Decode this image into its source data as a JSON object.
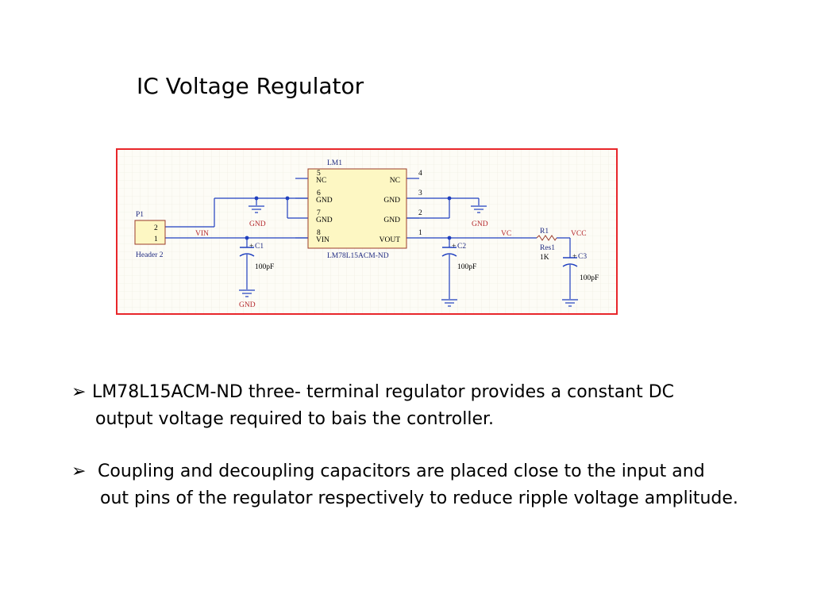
{
  "slide": {
    "title": "IC Voltage Regulator"
  },
  "schematic": {
    "ic": {
      "designator": "LM1",
      "part": "LM78L15ACM-ND",
      "pins": [
        {
          "num": "5",
          "left": "NC",
          "right": "NC",
          "right_num": "4"
        },
        {
          "num": "6",
          "left": "GND",
          "right": "GND",
          "right_num": "3"
        },
        {
          "num": "7",
          "left": "GND",
          "right": "GND",
          "right_num": "2"
        },
        {
          "num": "8",
          "left": "VIN",
          "right": "VOUT",
          "right_num": "1"
        }
      ]
    },
    "header": {
      "designator": "P1",
      "part": "Header 2",
      "pin_top": "2",
      "pin_bottom": "1"
    },
    "nets": {
      "vin": "VIN",
      "vc": "VC",
      "vcc": "VCC",
      "gnd": "GND"
    },
    "capacitors": [
      {
        "designator": "C1",
        "value": "100pF",
        "plus": "+"
      },
      {
        "designator": "C2",
        "value": "100pF",
        "plus": "+"
      },
      {
        "designator": "C3",
        "value": "100pF",
        "plus": "+"
      }
    ],
    "resistor": {
      "designator": "R1",
      "part": "Res1",
      "value": "1K"
    },
    "colors": {
      "border": "#e8262a",
      "background": "#fdfcf6",
      "wire": "#1f3fbf",
      "ic_fill": "#fdf7c3",
      "ic_border": "#9b3b2a",
      "text": "#1f2a80"
    }
  },
  "bullets": [
    {
      "marker": "➢",
      "line1": "LM78L15ACM-ND three- terminal regulator provides a constant DC",
      "line2": "output voltage required to bais the controller."
    },
    {
      "marker": "➢",
      "line1": " Coupling and decoupling capacitors are placed close to the input and",
      "line2": "out pins of the regulator respectively to reduce ripple voltage amplitude."
    }
  ]
}
